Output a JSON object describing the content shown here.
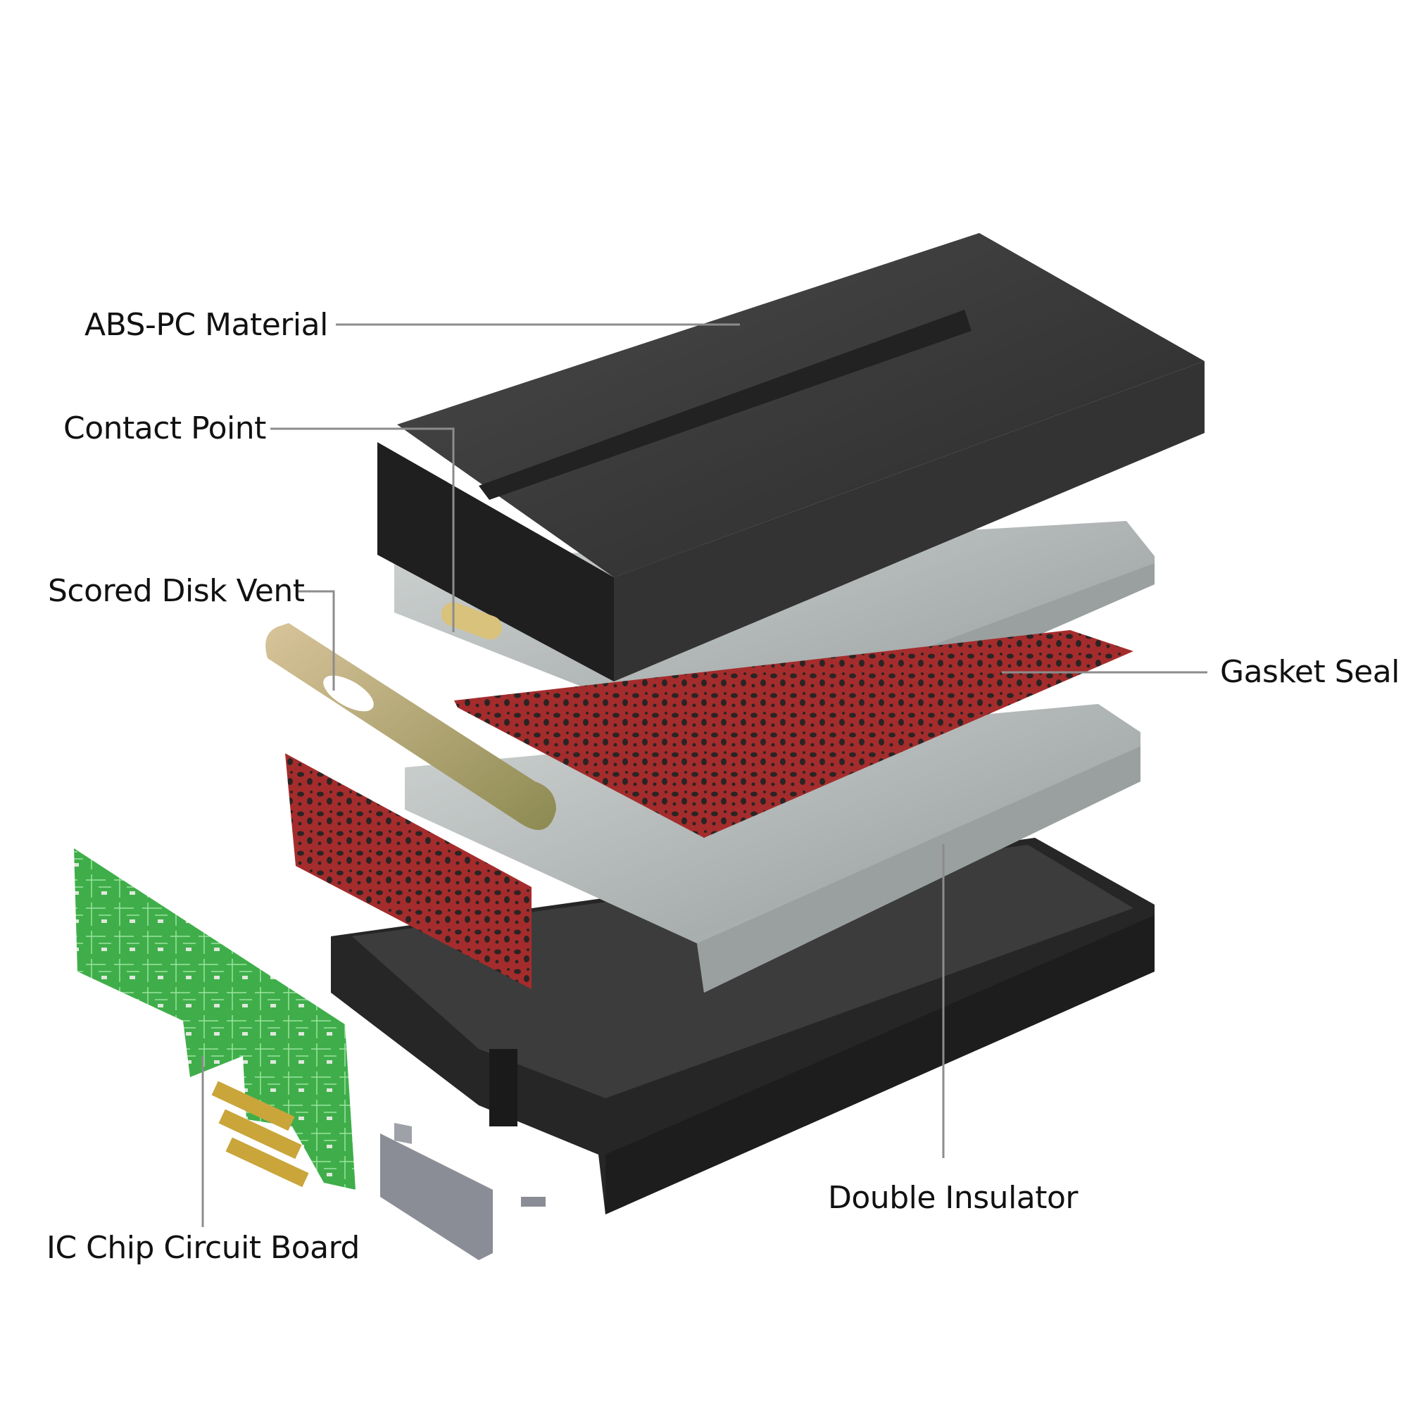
{
  "diagram": {
    "subject": "Exploded view of camera battery pack",
    "colors": {
      "background": "#ffffff",
      "leader_line": "#8c8c8c",
      "label_text": "#111111",
      "casing": "#2e2e2e",
      "cell_silver": "#b9bebe",
      "gasket_red": "#9e2a2a",
      "vent_gold": "#c9b48a",
      "pcb_green": "#3fae4a",
      "connector_gray": "#8a8d95"
    },
    "labels": [
      {
        "id": "abs-pc-material",
        "text": "ABS-PC Material"
      },
      {
        "id": "contact-point",
        "text": "Contact Point"
      },
      {
        "id": "scored-disk-vent",
        "text": "Scored Disk Vent"
      },
      {
        "id": "gasket-seal",
        "text": "Gasket Seal"
      },
      {
        "id": "double-insulator",
        "text": "Double Insulator"
      },
      {
        "id": "ic-chip-circuit-board",
        "text": "IC Chip Circuit Board"
      }
    ]
  }
}
